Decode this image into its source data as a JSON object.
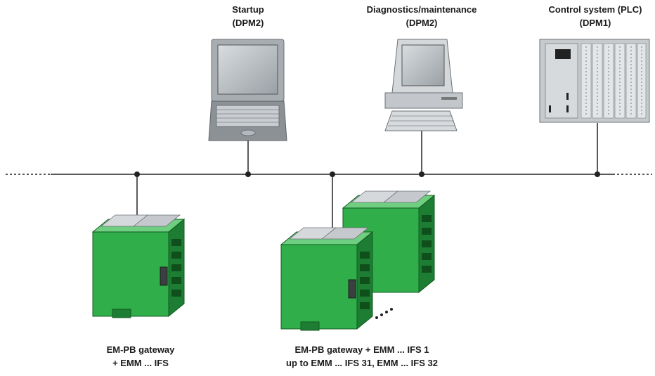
{
  "devices": {
    "startup": {
      "line1": "Startup",
      "line2": "(DPM2)",
      "icon": "laptop-icon"
    },
    "diagnostics": {
      "line1": "Diagnostics/maintenance",
      "line2": "(DPM2)",
      "icon": "desktop-computer-icon"
    },
    "plc": {
      "line1": "Control system (PLC)",
      "line2": "(DPM1)",
      "icon": "plc-rack-icon"
    }
  },
  "modules": {
    "single": {
      "line1": "EM-PB gateway",
      "line2": "+ EMM ... IFS",
      "icon": "din-rail-module-icon"
    },
    "group": {
      "line1": "EM-PB gateway + EMM ... IFS 1",
      "line2": "up to EMM ... IFS 31, EMM ... IFS 32",
      "icon": "din-rail-module-icon"
    }
  },
  "colors": {
    "module_green": "#2fae4a",
    "module_dark": "#1d7d33",
    "bus": "#222222",
    "device_gray": "#b8bcc0"
  }
}
